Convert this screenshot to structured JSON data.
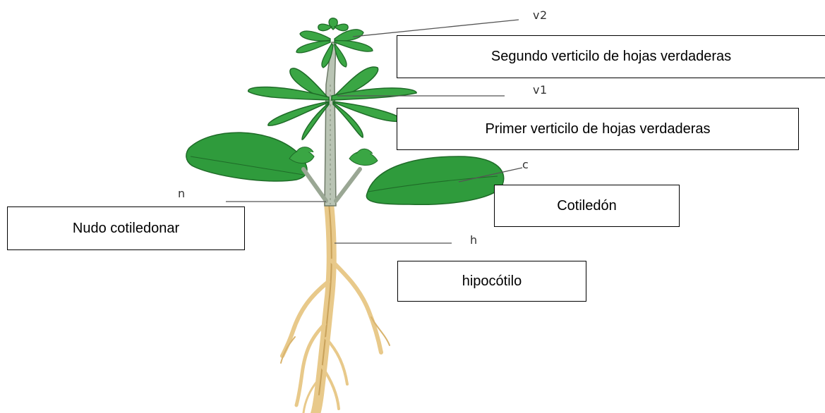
{
  "labels": {
    "v2": {
      "code": "v2",
      "text": "Segundo verticilo de hojas verdaderas"
    },
    "v1": {
      "code": "v1",
      "text": "Primer verticilo de hojas verdaderas"
    },
    "c": {
      "code": "c",
      "text": "Cotiledón"
    },
    "n": {
      "code": "n",
      "text": "Nudo cotiledonar"
    },
    "h": {
      "code": "h",
      "text": "hipocótilo"
    }
  },
  "colors": {
    "leaf": "#3aa644",
    "leaf_dark": "#2b7f33",
    "cotyledon": "#2f9b3c",
    "stem": "#b9c4b4",
    "root": "#e8c98a",
    "root_dark": "#c9a25a",
    "leader": "#555555"
  }
}
